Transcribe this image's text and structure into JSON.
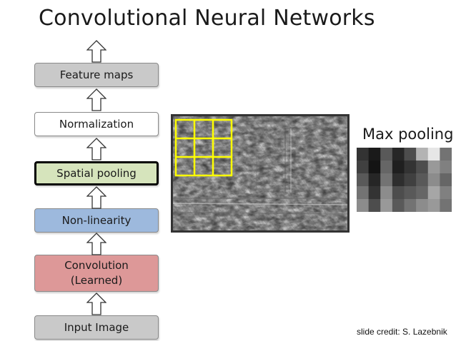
{
  "title": "Convolutional Neural Networks",
  "pipeline": {
    "feature_maps": "Feature maps",
    "normalization": "Normalization",
    "spatial_pooling": "Spatial pooling",
    "non_linearity": "Non-linearity",
    "convolution_line1": "Convolution",
    "convolution_line2": "(Learned)",
    "input_image": "Input Image"
  },
  "pooling_label": "Max pooling",
  "credit": "slide credit: S. Lazebnik",
  "colors": {
    "feature_maps_fill": "#c9c9c9",
    "normalization_fill": "#ffffff",
    "spatial_pooling_fill": "#d6e4bc",
    "non_linearity_fill": "#9db9dd",
    "convolution_fill": "#dd9898",
    "input_image_fill": "#c9c9c9",
    "grid_highlight": "#ffff00"
  },
  "max_pooling_grid": [
    [
      0.2,
      0.1,
      0.35,
      0.15,
      0.3,
      0.7,
      0.9,
      0.45
    ],
    [
      0.25,
      0.08,
      0.4,
      0.12,
      0.2,
      0.3,
      0.6,
      0.5
    ],
    [
      0.35,
      0.15,
      0.45,
      0.18,
      0.25,
      0.35,
      0.55,
      0.4
    ],
    [
      0.45,
      0.2,
      0.55,
      0.3,
      0.35,
      0.4,
      0.65,
      0.5
    ],
    [
      0.55,
      0.3,
      0.6,
      0.35,
      0.45,
      0.55,
      0.6,
      0.45
    ]
  ]
}
